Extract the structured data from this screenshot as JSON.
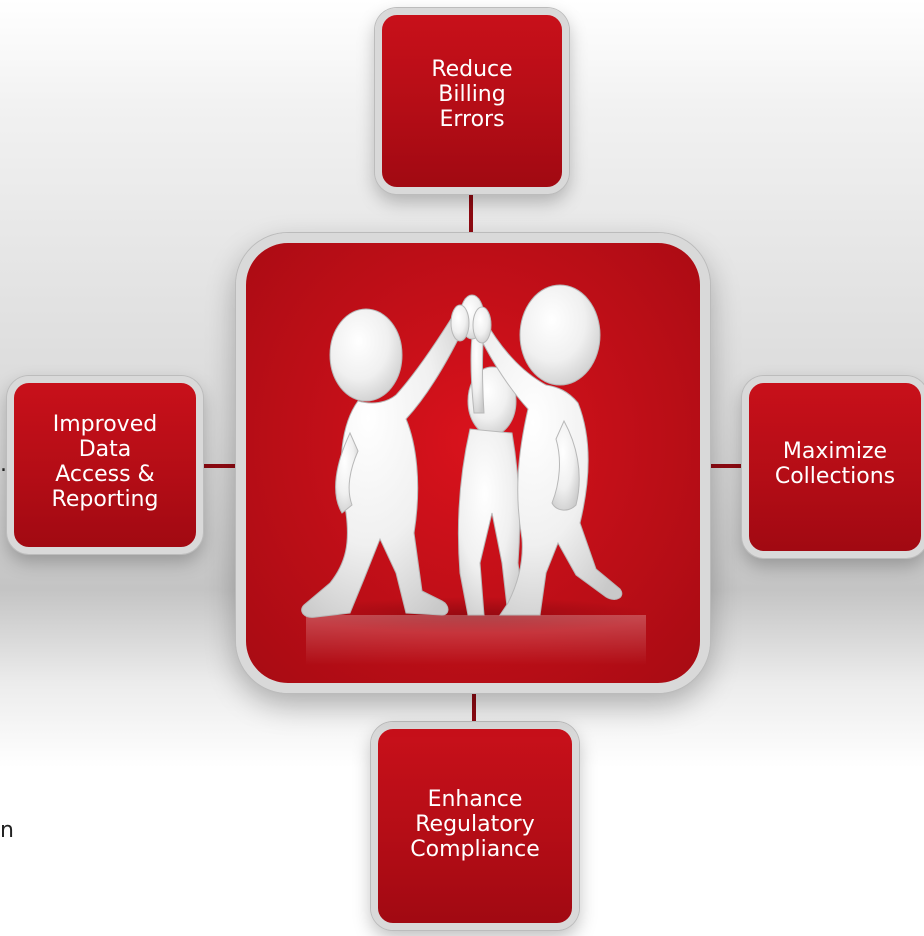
{
  "diagram": {
    "center": {
      "image": "three-figures-high-five-illustration"
    },
    "nodes": {
      "top": {
        "label": "Reduce\nBilling\nErrors"
      },
      "left": {
        "label": "Improved\nData\nAccess &\nReporting"
      },
      "right": {
        "label": "Maximize\nCollections"
      },
      "bottom": {
        "label": "Enhance\nRegulatory\nCompliance"
      }
    },
    "colors": {
      "box_red": "#c20f18",
      "connector": "#8f0a12",
      "border_gray": "#d9d9d9"
    }
  },
  "edge_text": {
    "left_mid": ".",
    "left_bottom": "n"
  }
}
